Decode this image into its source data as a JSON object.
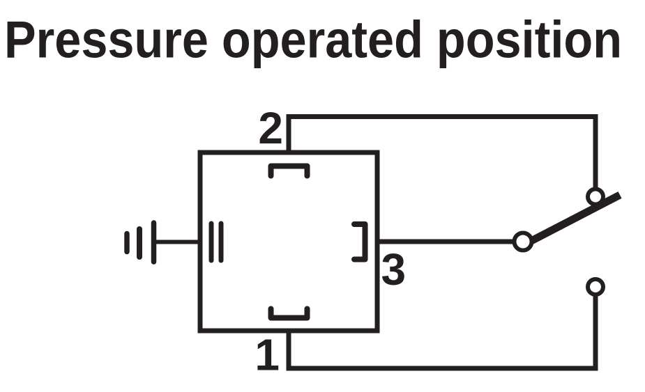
{
  "title": "Pressure operated position",
  "colors": {
    "line": "#231f20",
    "background": "#ffffff"
  },
  "terminals": {
    "t1": "1",
    "t2": "2",
    "t3": "3"
  }
}
